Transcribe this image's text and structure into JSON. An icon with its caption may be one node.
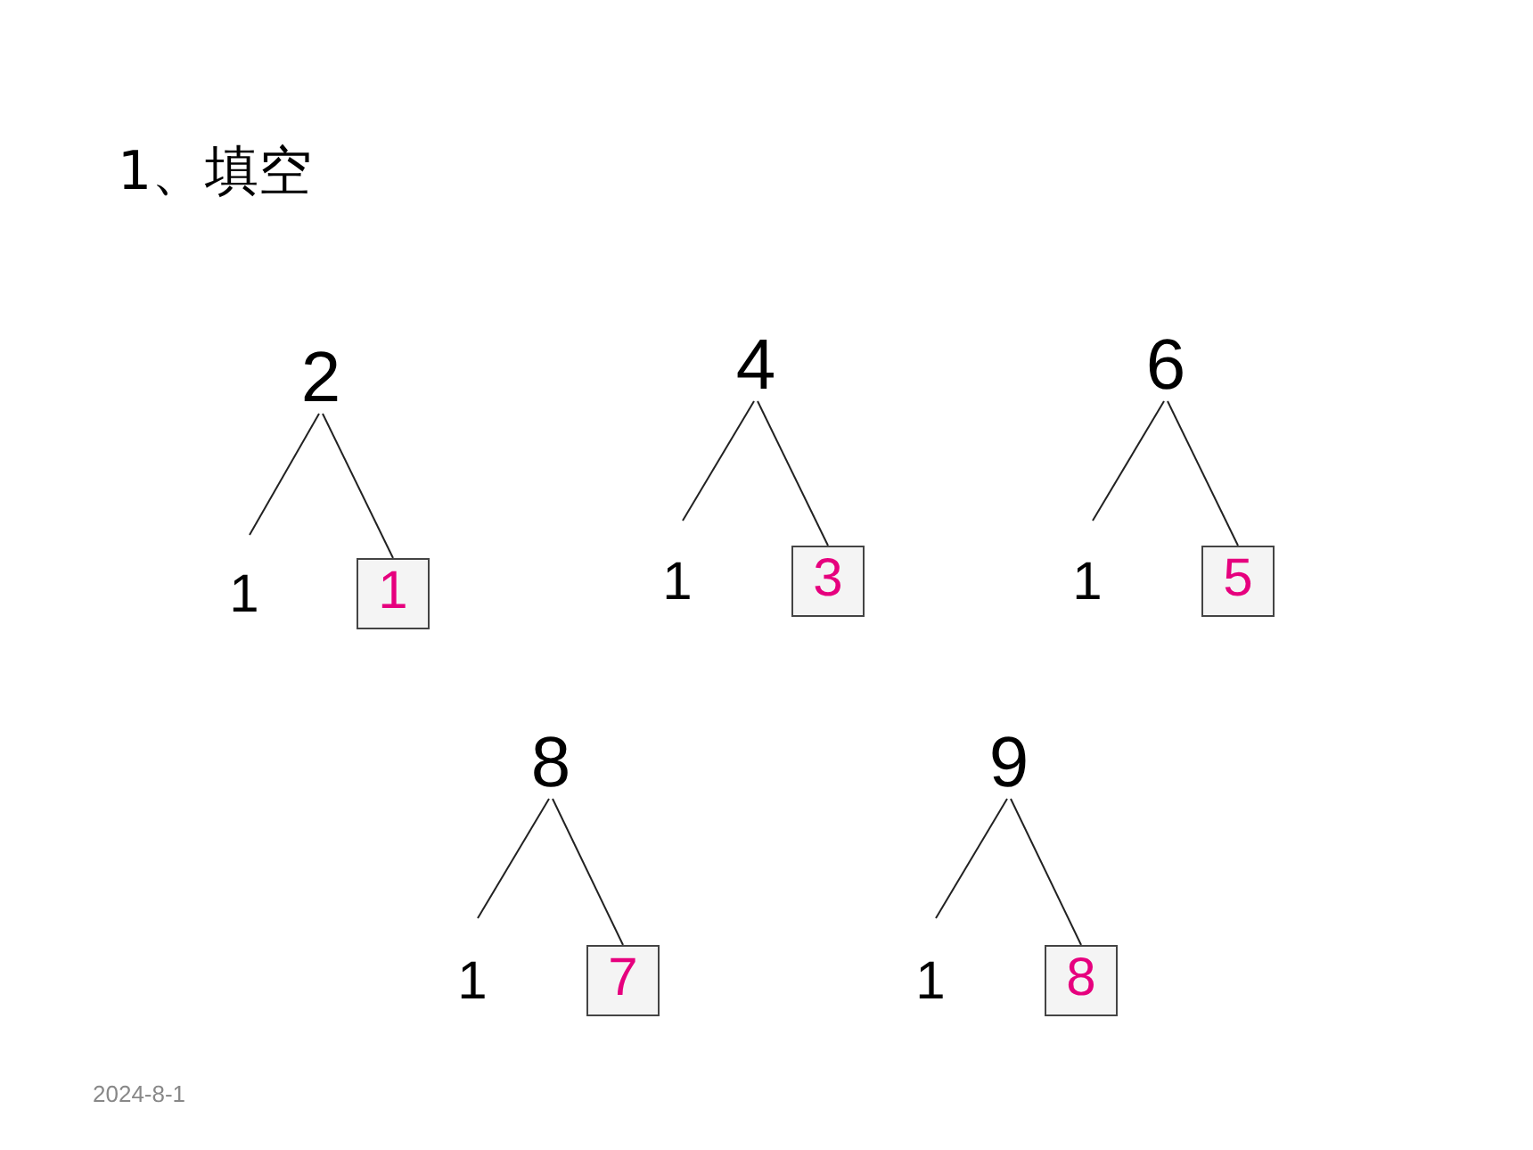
{
  "diagram": {
    "title": "1、填空",
    "nodes": [
      {
        "text": [
          "2"
        ]
      },
      {
        "text": [
          "1"
        ]
      },
      {
        "text": [
          "1"
        ]
      },
      {
        "text": [
          "4"
        ]
      },
      {
        "text": [
          "1"
        ]
      },
      {
        "text": [
          "3"
        ]
      },
      {
        "text": [
          "6"
        ]
      },
      {
        "text": [
          "1"
        ]
      },
      {
        "text": [
          "5"
        ]
      },
      {
        "text": [
          "8"
        ]
      },
      {
        "text": [
          "1"
        ]
      },
      {
        "text": [
          "7"
        ]
      },
      {
        "text": [
          "9"
        ]
      },
      {
        "text": [
          "1"
        ]
      },
      {
        "text": [
          "8"
        ]
      }
    ],
    "edges": [
      {
        "from": 0,
        "to": 1,
        "arrow": "none"
      },
      {
        "from": 0,
        "to": 2,
        "arrow": "none"
      },
      {
        "from": 3,
        "to": 4,
        "arrow": "none"
      },
      {
        "from": 3,
        "to": 5,
        "arrow": "none"
      },
      {
        "from": 6,
        "to": 7,
        "arrow": "none"
      },
      {
        "from": 6,
        "to": 8,
        "arrow": "none"
      },
      {
        "from": 9,
        "to": 10,
        "arrow": "none"
      },
      {
        "from": 9,
        "to": 11,
        "arrow": "none"
      },
      {
        "from": 12,
        "to": 13,
        "arrow": "none"
      },
      {
        "from": 12,
        "to": 14,
        "arrow": "none"
      }
    ],
    "labels": [
      "2024-8-1"
    ]
  }
}
